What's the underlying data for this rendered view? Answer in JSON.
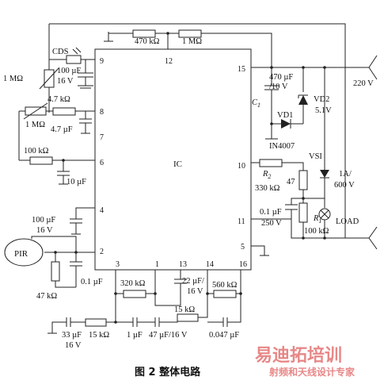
{
  "ic": {
    "label": "IC",
    "pins": {
      "p1": "1",
      "p2": "2",
      "p3": "3",
      "p4": "4",
      "p5": "5",
      "p6": "6",
      "p7": "7",
      "p8": "8",
      "p9": "9",
      "p10": "10",
      "p11": "11",
      "p12": "12",
      "p13": "13",
      "p14": "14",
      "p15": "15",
      "p16": "16"
    }
  },
  "components": {
    "r_top1": "470 kΩ",
    "r_top2": "1 MΩ",
    "cds": "CDS",
    "pot_1m_a": "1 MΩ",
    "cap_100u": "100 µF",
    "cap_100u_v": "16 V",
    "r_47k": "4.7 kΩ",
    "pot_1m_b": "1 MΩ",
    "cap_4u7": "4.7 µF",
    "r_100k": "100 kΩ",
    "cap_10u": "10 µF",
    "cap_100u_b": "100 µF",
    "cap_100u_b_v": "16 V",
    "pir": "PIR",
    "cap_0u1": "0.1 µF",
    "r_47k_b": "47 kΩ",
    "r_320k": "320 kΩ",
    "cap_22u": "22 µF/",
    "cap_22u_v": "16 V",
    "r_560k": "560 kΩ",
    "cap_33u": "33 µF",
    "cap_33u_v": "16 V",
    "r_15k_a": "15 kΩ",
    "cap_1u": "1 µF",
    "cap_47u": "47 µF/16 V",
    "r_15k_b": "15 kΩ",
    "cap_047": "0.047 µF",
    "c1_label": "C",
    "c1_sub": "1",
    "c1_value": "470 µF",
    "c1_voltage": "/10 V",
    "vd1": "VD1",
    "vd1_part": "IN4007",
    "vd2": "VD2",
    "vd2_v": "5.1V",
    "r2_label": "R",
    "r2_sub": "2",
    "r2_value": "330 kΩ",
    "r_47": "47",
    "vsi": "VSI",
    "vsi_rating_a": "1A/",
    "vsi_rating_b": "600 V",
    "cap_0u1_b": "0.1 µF",
    "cap_0u1_b_v": "250 V",
    "r1_label": "R",
    "r1_sub": "1",
    "r1_value": "100 kΩ",
    "load": "LOAD",
    "mains": "220 V"
  },
  "caption": "图 2   整体电路",
  "watermark": {
    "main": "易迪拓培训",
    "sub": "射频和天线设计专家"
  }
}
